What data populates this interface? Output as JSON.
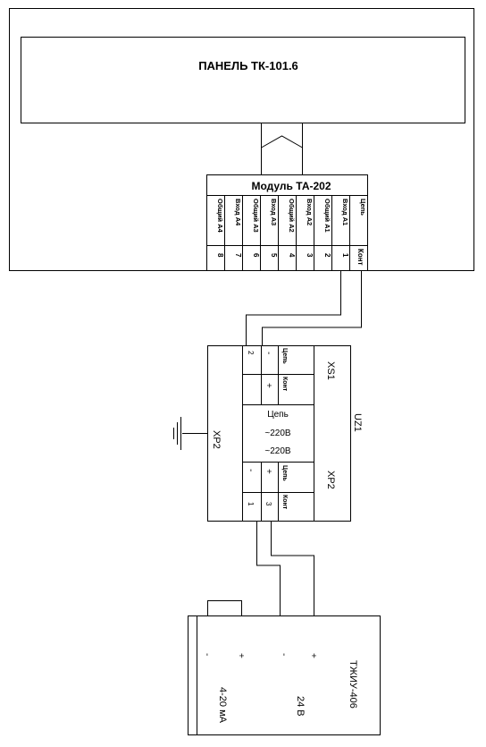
{
  "panel": {
    "title": "ПАНЕЛЬ ТК-101.6"
  },
  "module": {
    "title": "Модуль ТА-202",
    "terminals": [
      {
        "name": "Общий А4",
        "num": "8"
      },
      {
        "name": "Вход А4",
        "num": "7"
      },
      {
        "name": "Общий А3",
        "num": "6"
      },
      {
        "name": "Вход А3",
        "num": "5"
      },
      {
        "name": "Общий А2",
        "num": "4"
      },
      {
        "name": "Вход А2",
        "num": "3"
      },
      {
        "name": "Общий А1",
        "num": "2"
      },
      {
        "name": "Вход А1",
        "num": "1"
      },
      {
        "name": "Цепь",
        "num": "Конт"
      }
    ]
  },
  "barrier": {
    "designator": "UZ1",
    "connector_top": "XS1",
    "connector_bottom": "XP2",
    "ground_label": "XP2",
    "top_block": {
      "row1": [
        "2",
        "-",
        "Цепь"
      ],
      "row2": [
        "",
        "+",
        "Конт"
      ]
    },
    "center_lines": [
      "Цепь",
      "~220В",
      "~220В"
    ],
    "bottom_block": {
      "row1": [
        "-",
        "+",
        "Цепь"
      ],
      "row2": [
        "1",
        "3",
        "Конт"
      ]
    }
  },
  "sensor": {
    "model": "ТЖИУ-406",
    "terminals": [
      "-",
      "+",
      "-",
      "+"
    ],
    "label_current": "4-20 мА",
    "label_voltage": "24 В"
  }
}
